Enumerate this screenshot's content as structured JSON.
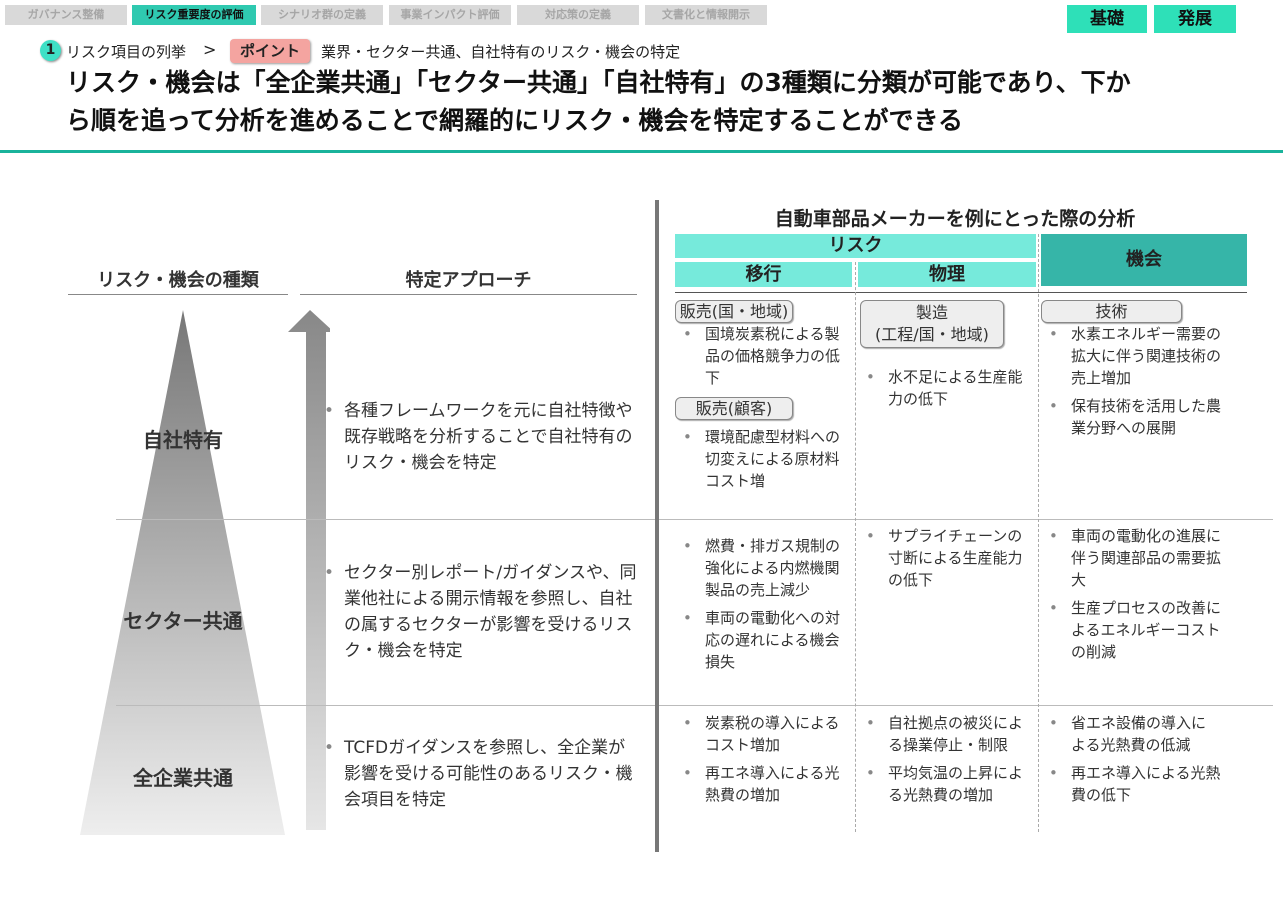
{
  "nav_tabs": [
    {
      "label": "ガバナンス整備",
      "active": false
    },
    {
      "label": "リスク重要度の評価",
      "active": true
    },
    {
      "label": "シナリオ群の定義",
      "active": false
    },
    {
      "label": "事業インパクト評価",
      "active": false
    },
    {
      "label": "対応策の定義",
      "active": false
    },
    {
      "label": "文書化と情報開示",
      "active": false
    }
  ],
  "level_buttons": [
    "基礎",
    "発展"
  ],
  "breadcrumb": {
    "step_number": "1",
    "step": "リスク項目の列挙",
    "separator": ">",
    "point_badge": "ポイント",
    "point_text": "業界・セクター共通、自社特有のリスク・機会の特定"
  },
  "title_lines": [
    "リスク・機会は「全企業共通」「セクター共通」「自社特有」の3種類に分類が可能であり、下か",
    "ら順を追って分析を進めることで網羅的にリスク・機会を特定することができる"
  ],
  "left": {
    "col1_header": "リスク・機会の種類",
    "col2_header": "特定アプローチ",
    "rows": [
      {
        "label": "自社特有",
        "approach": "各種フレームワークを元に自社特徴や既存戦略を分析することで自社特有のリスク・機会を特定"
      },
      {
        "label": "セクター共通",
        "approach": "セクター別レポート/ガイダンスや、同業他社による開示情報を参照し、自社の属するセクターが影響を受けるリスク・機会を特定"
      },
      {
        "label": "全企業共通",
        "approach": "TCFDガイダンスを参照し、全企業が影響を受ける可能性のあるリスク・機会項目を特定"
      }
    ]
  },
  "right": {
    "title": "自動車部品メーカーを例にとった際の分析",
    "risk_header": "リスク",
    "transition_header": "移行",
    "physical_header": "物理",
    "opportunity_header": "機会",
    "colors": {
      "risk": "#76eadb",
      "opportunity": "#36b5a8",
      "accent": "#19b39b"
    },
    "company": {
      "transition": {
        "tag1": "販売(国・地域)",
        "items1": [
          "国境炭素税による製品の価格競争力の低下"
        ],
        "tag2": "販売(顧客)",
        "items2": [
          "環境配慮型材料への切変えによる原材料コスト増"
        ]
      },
      "physical": {
        "tag1": "製造",
        "tag1b": "(工程/国・地域)",
        "items1": [
          "水不足による生産能力の低下"
        ]
      },
      "opportunity": {
        "tag1": "技術",
        "items1": [
          "水素エネルギー需要の拡大に伴う関連技術の売上増加",
          "保有技術を活用した農業分野への展開"
        ]
      }
    },
    "sector": {
      "transition": [
        "燃費・排ガス規制の強化による内燃機関製品の売上減少",
        "車両の電動化への対応の遅れによる機会損失"
      ],
      "physical": [
        "サプライチェーンの寸断による生産能力の低下"
      ],
      "opportunity": [
        "車両の電動化の進展に伴う関連部品の需要拡大",
        "生産プロセスの改善によるエネルギーコストの削減"
      ]
    },
    "common": {
      "transition": [
        "炭素税の導入によるコスト増加",
        "再エネ導入による光熱費の増加"
      ],
      "physical": [
        "自社拠点の被災による操業停止・制限",
        "平均気温の上昇による光熱費の増加"
      ],
      "opportunity": [
        "省エネ設備の導入による光熱費の低減",
        "再エネ導入による光熱費の低下"
      ]
    }
  }
}
